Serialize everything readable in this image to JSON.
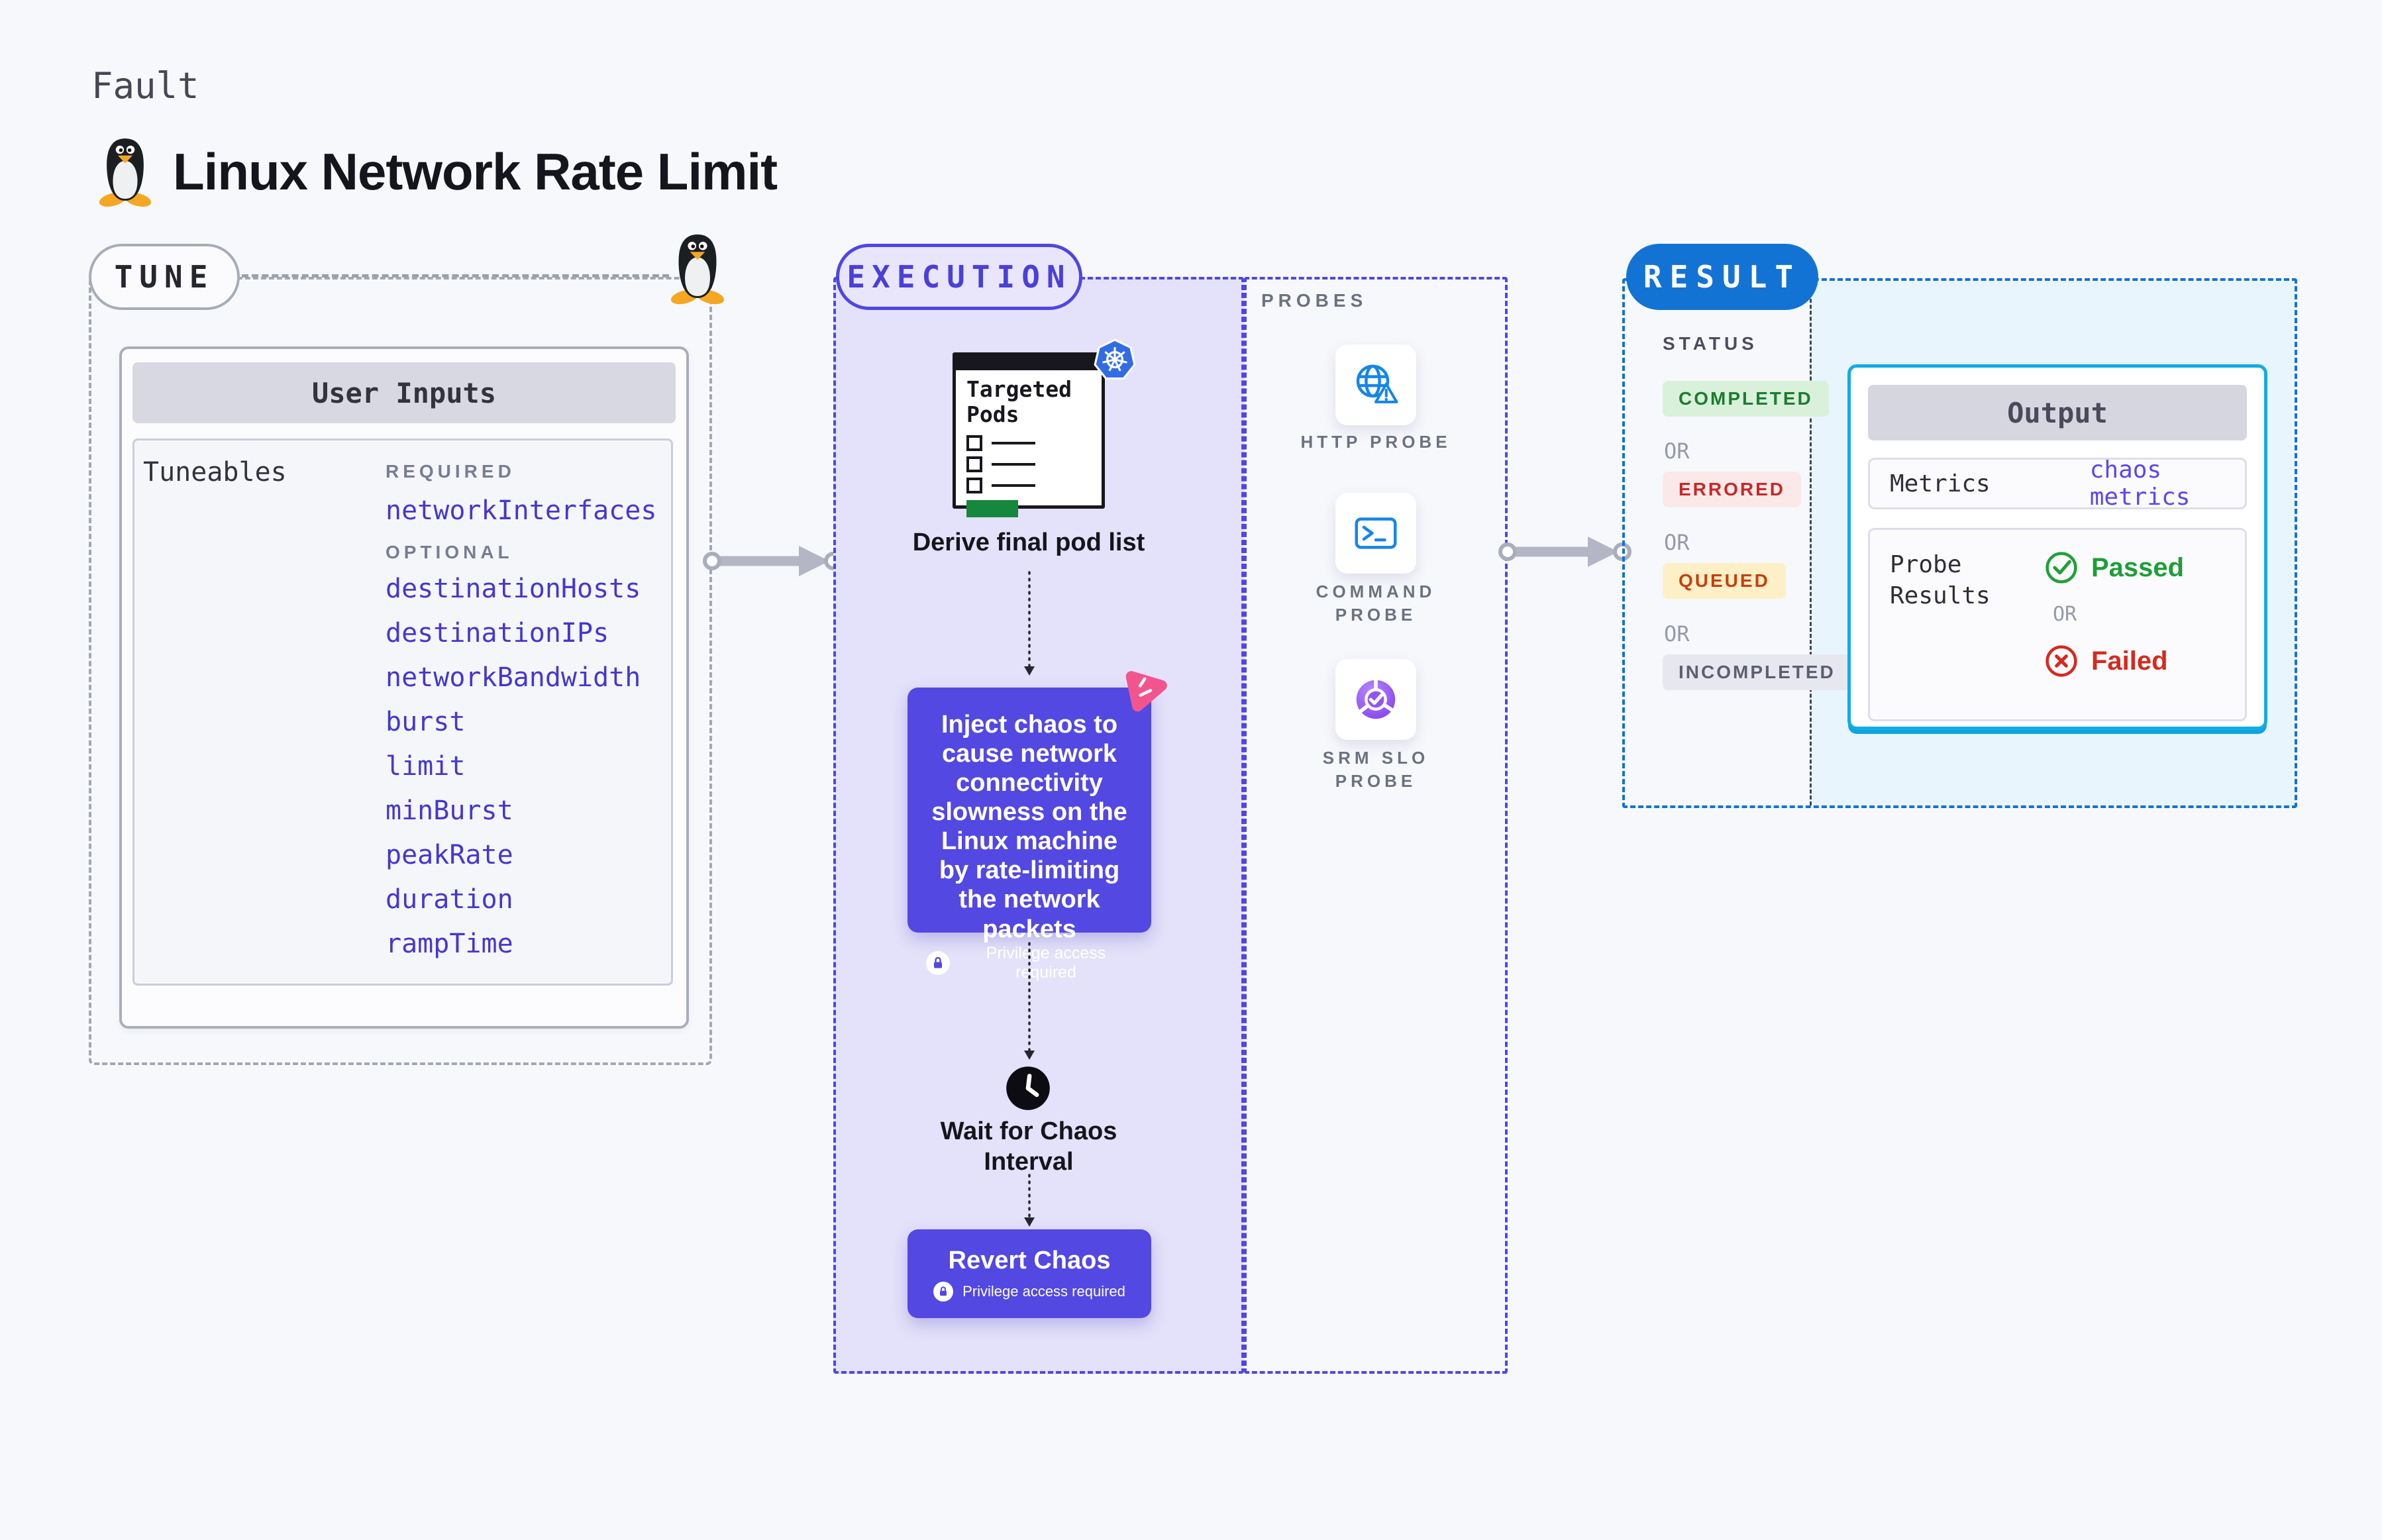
{
  "header": {
    "eyebrow": "Fault",
    "title": "Linux Network Rate Limit"
  },
  "tune": {
    "badge": "TUNE",
    "card_title": "User Inputs",
    "panel_label": "Tuneables",
    "required_label": "REQUIRED",
    "optional_label": "OPTIONAL",
    "required": [
      "networkInterfaces"
    ],
    "optional": [
      "destinationHosts",
      "destinationIPs",
      "networkBandwidth",
      "burst",
      "limit",
      "minBurst",
      "peakRate",
      "duration",
      "rampTime"
    ]
  },
  "execution": {
    "badge": "EXECUTION",
    "pods_card_title": "Targeted Pods",
    "derive_label": "Derive final pod list",
    "inject_text": "Inject chaos to cause network connectivity slowness on the Linux machine by rate-limiting the network packets",
    "privilege_label": "Privilege access required",
    "wait_label": "Wait for Chaos Interval",
    "revert_label": "Revert Chaos"
  },
  "probes": {
    "section_label": "PROBES",
    "items": [
      {
        "label": "HTTP PROBE",
        "icon": "http-probe-icon"
      },
      {
        "label": "COMMAND PROBE",
        "icon": "command-probe-icon"
      },
      {
        "label": "SRM SLO PROBE",
        "icon": "srm-slo-probe-icon"
      }
    ]
  },
  "result": {
    "badge": "RESULT",
    "status_label": "STATUS",
    "or_label": "OR",
    "statuses": [
      {
        "label": "COMPLETED",
        "bg": "#d9f1da",
        "color": "#1d7c31"
      },
      {
        "label": "ERRORED",
        "bg": "#fbe9e9",
        "color": "#c52a2a"
      },
      {
        "label": "QUEUED",
        "bg": "#fdf0c6",
        "color": "#c5410f"
      },
      {
        "label": "INCOMPLETED",
        "bg": "#e7e7ef",
        "color": "#5c5e72"
      }
    ],
    "output": {
      "title": "Output",
      "metrics_label": "Metrics",
      "metrics_value": "chaos metrics",
      "probe_results_label": "Probe Results",
      "passed_label": "Passed",
      "failed_label": "Failed"
    }
  },
  "colors": {
    "page_bg": "#f7f8fc",
    "indigo_accent": "#4f46e5",
    "inject_bg": "#5348e2",
    "result_blue": "#1273d4",
    "output_cyan_border": "#11ace6",
    "output_cyan_bg": "#e8f5fc",
    "link_indigo": "#4636d2",
    "kubernetes_blue": "#326ce5",
    "probe_icon_blue": "#1686e8",
    "chaos_pink": "#f2558e",
    "passed_green": "#1f9e38",
    "failed_red": "#d62a1e"
  }
}
